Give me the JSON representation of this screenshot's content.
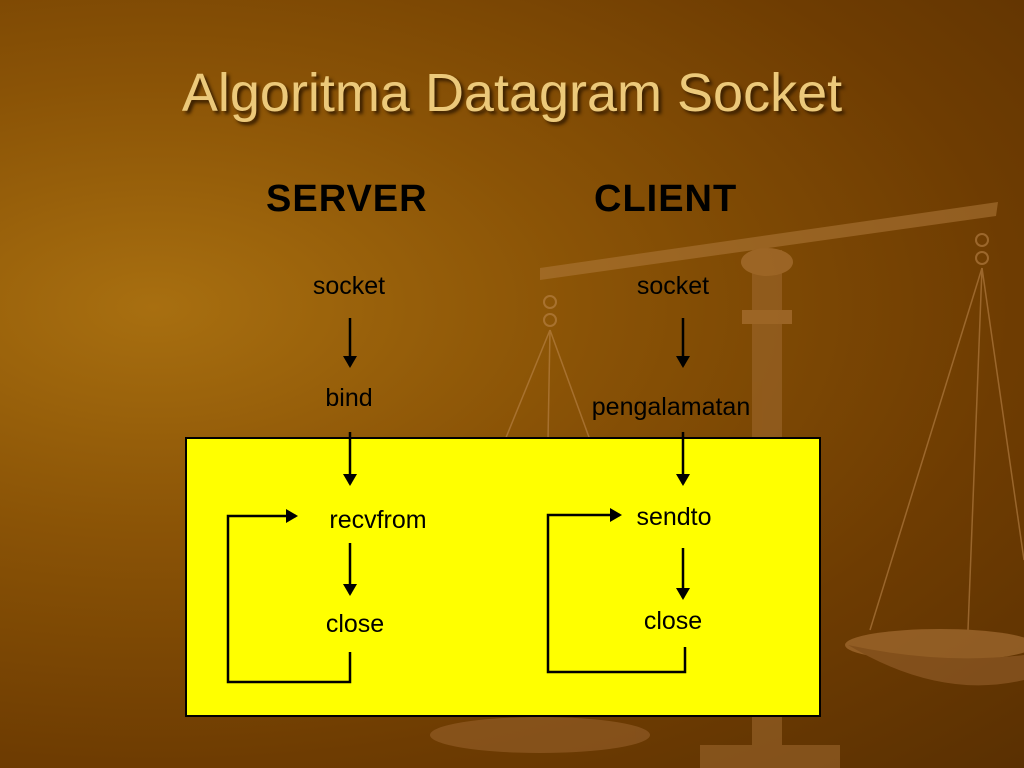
{
  "slide": {
    "title": "Algoritma Datagram Socket"
  },
  "server": {
    "heading": "SERVER",
    "steps": [
      "socket",
      "bind",
      "recvfrom",
      "close"
    ]
  },
  "client": {
    "heading": "CLIENT",
    "steps": [
      "socket",
      "pengalamatan",
      "sendto",
      "close"
    ]
  },
  "colors": {
    "background": "#8a5306",
    "title": "#ecc97a",
    "highlight_box": "#ffff00"
  }
}
